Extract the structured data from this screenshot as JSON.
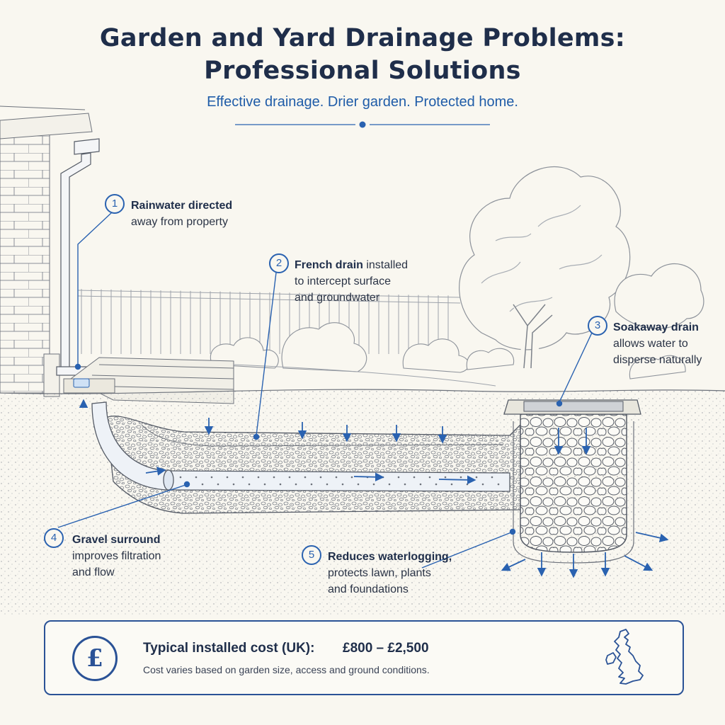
{
  "title": {
    "line1": "Garden and Yard Drainage Problems:",
    "line2": "Professional Solutions"
  },
  "subtitle": "Effective drainage. Drier garden. Protected home.",
  "callouts": [
    {
      "num": "1",
      "bold": "Rainwater directed",
      "rest_lines": [
        "away from property"
      ]
    },
    {
      "num": "2",
      "bold": "French drain",
      "bold_suffix": " installed",
      "rest_lines": [
        "to intercept surface",
        "and groundwater"
      ]
    },
    {
      "num": "3",
      "bold": "Soakaway drain",
      "rest_lines": [
        "allows water to",
        "disperse naturally"
      ]
    },
    {
      "num": "4",
      "bold": "Gravel surround",
      "rest_lines": [
        "improves filtration",
        "and flow"
      ]
    },
    {
      "num": "5",
      "bold": "Reduces waterlogging,",
      "rest_lines": [
        "protects lawn, plants",
        "and foundations"
      ]
    }
  ],
  "cost": {
    "label": "Typical installed cost (UK):",
    "value": "£800 – £2,500",
    "note": "Cost varies based on garden size, access and ground conditions.",
    "icon": "pound-icon",
    "map_icon": "uk-map-icon"
  },
  "colors": {
    "accent": "#2a62b0",
    "title": "#1f2e4a",
    "line": "#555b66",
    "background": "#f9f7f0"
  }
}
